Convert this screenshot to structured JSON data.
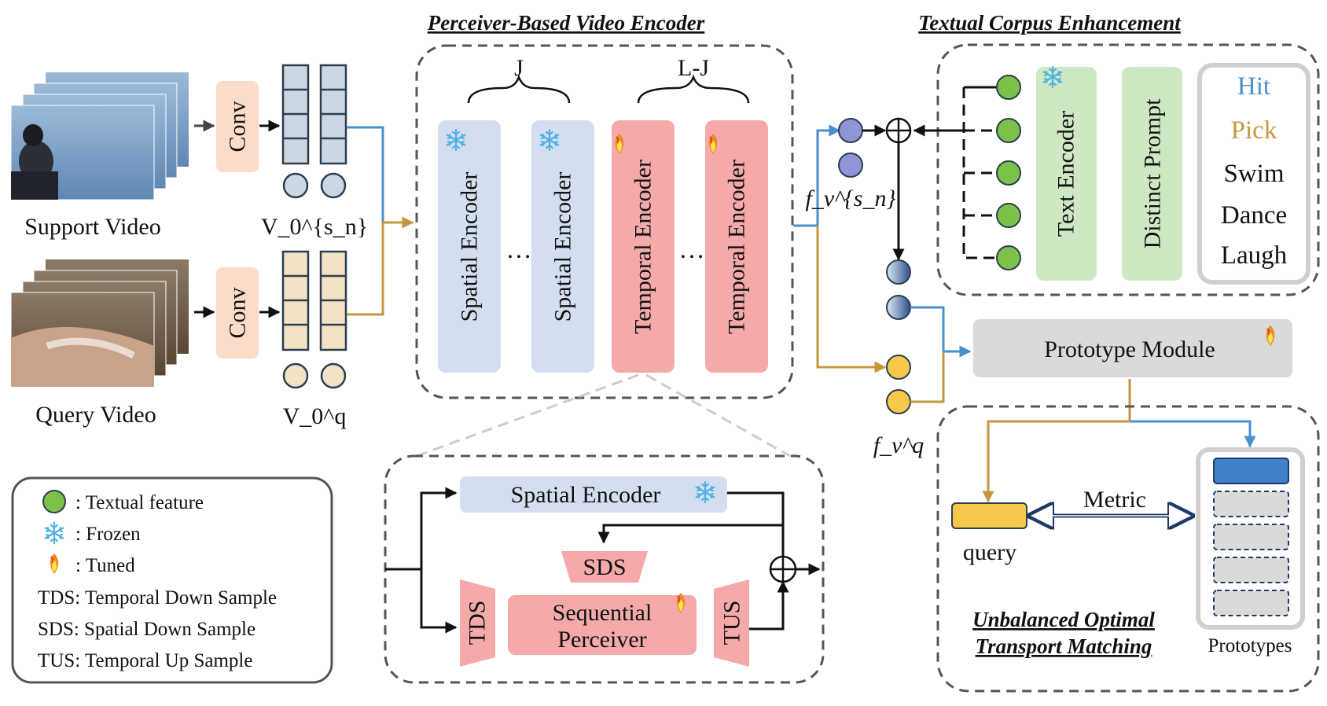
{
  "inputs": {
    "support_label": "Support Video",
    "query_label": "Query Video",
    "conv_label": "Conv",
    "support_token_label": "V_0^{s_n}",
    "query_token_label": "V_0^q"
  },
  "video_encoder": {
    "title": "Perceiver-Based Video Encoder",
    "brace_left": "J",
    "brace_right": "L-J",
    "spatial_label": "Spatial Encoder",
    "temporal_label": "Temporal Encoder",
    "ellipsis": "…"
  },
  "text_enhancement": {
    "title": "Textual  Corpus Enhancement",
    "text_encoder_label": "Text Encoder",
    "prompt_label": "Distinct Prompt",
    "classes": [
      {
        "word": "Hit",
        "color": "#4a8fcc"
      },
      {
        "word": "Pick",
        "color": "#c4973f"
      },
      {
        "word": "Swim",
        "color": "#111111"
      },
      {
        "word": "Dance",
        "color": "#111111"
      },
      {
        "word": "Laugh",
        "color": "#111111"
      }
    ]
  },
  "features": {
    "support_feature_label": "f_v^{s_n}",
    "query_feature_label": "f_v^q"
  },
  "prototype": {
    "module_label": "Prototype Module"
  },
  "matching": {
    "title_line1": "Unbalanced Optimal",
    "title_line2": "Transport Matching",
    "metric_label": "Metric",
    "query_label": "query",
    "prototypes_label": "Prototypes"
  },
  "detail": {
    "spatial_label": "Spatial Encoder",
    "sds_label": "SDS",
    "tds_label": "TDS",
    "tus_label": "TUS",
    "perceiver_line1": "Sequential",
    "perceiver_line2": "Perceiver"
  },
  "legend": {
    "textual": ": Textual feature",
    "frozen": ": Frozen",
    "tuned": ": Tuned",
    "tds": "TDS: Temporal Down Sample",
    "sds": "SDS: Spatial Down Sample",
    "tus": "TUS: Temporal Up Sample"
  },
  "colors": {
    "blue_line": "#4a8fcc",
    "gold_line": "#c4973f",
    "conv_fill": "#fbdcc8",
    "spatial_fill": "#d3dff0",
    "temporal_fill": "#f5a9a9",
    "text_fill": "#cfe8c4",
    "green_dot": "#7cc24a",
    "purple_dot": "#8f95d9",
    "gold_dot": "#f7c94a",
    "support_cell": "#cbd7e3",
    "query_cell": "#f3e2c4",
    "proto_gray": "#dadada",
    "query_box": "#f7c94a",
    "proto_blue": "#3f82c9"
  }
}
